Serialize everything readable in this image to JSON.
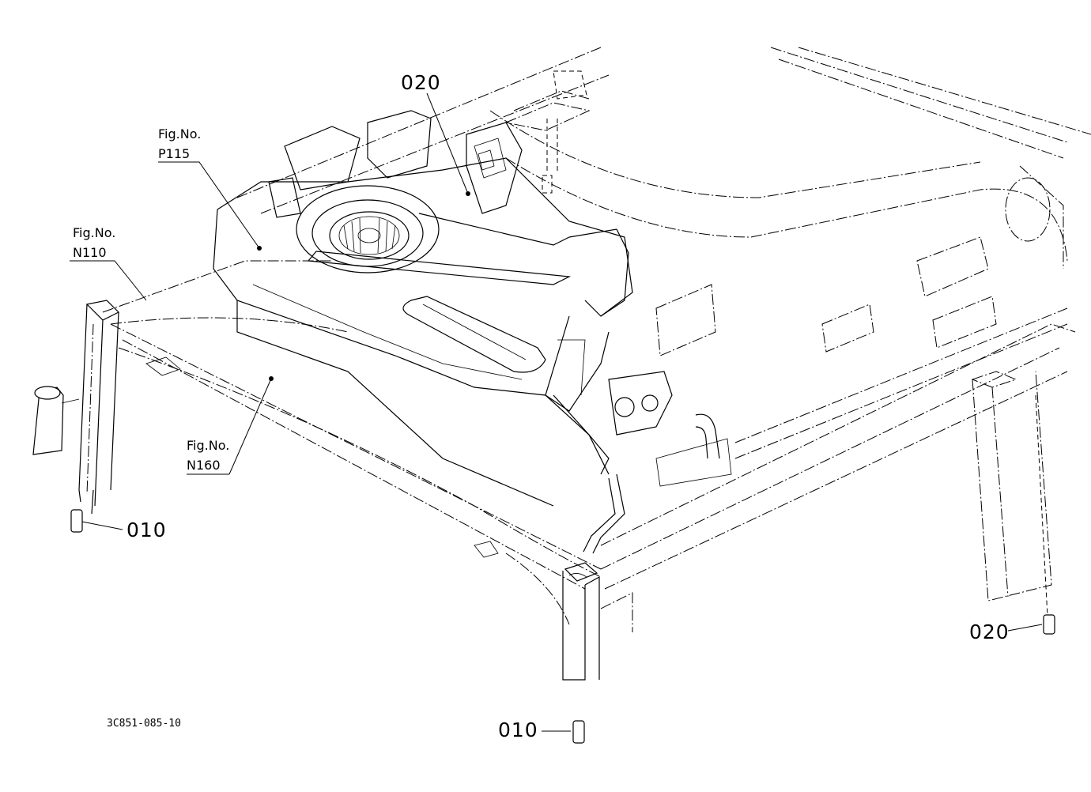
{
  "diagram": {
    "part_labels": {
      "p020_top": "020",
      "p010_left": "010",
      "p010_bottom": "010",
      "p020_right": "020"
    },
    "figure_refs": {
      "p115": {
        "line1": "Fig.No.",
        "line2": "P115"
      },
      "n110": {
        "line1": "Fig.No.",
        "line2": "N110"
      },
      "n160": {
        "line1": "Fig.No.",
        "line2": "N160"
      }
    },
    "drawing_code": "3C851-085-10",
    "colors": {
      "ink": "#000000",
      "paper": "#ffffff"
    }
  }
}
